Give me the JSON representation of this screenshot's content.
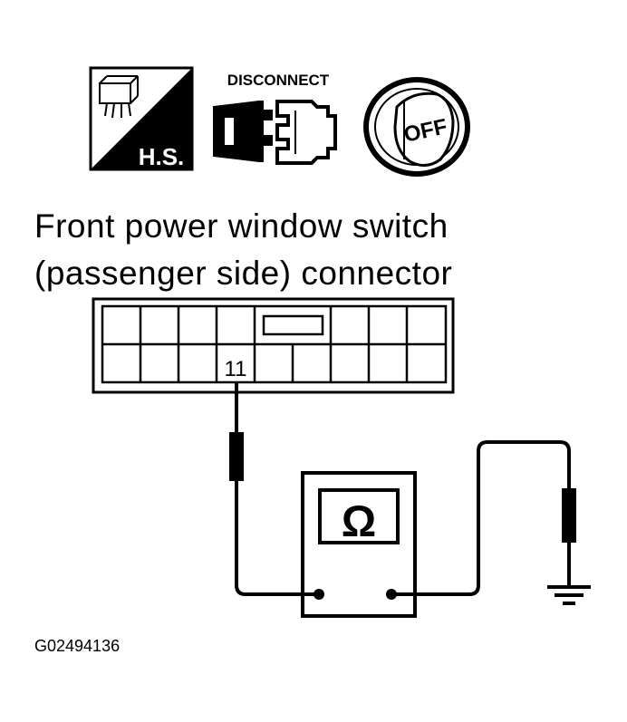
{
  "icons": {
    "hs_label": "H.S.",
    "disconnect_label": "DISCONNECT",
    "ignition_label": "OFF",
    "names": [
      "harness-hs-icon",
      "disconnect-icon",
      "ignition-off-icon"
    ]
  },
  "caption": {
    "line1": "Front power window switch",
    "line2": "(passenger side) connector"
  },
  "connector": {
    "terminal": "11"
  },
  "meter": {
    "symbol": "Ω"
  },
  "figure_id": "G02494136"
}
